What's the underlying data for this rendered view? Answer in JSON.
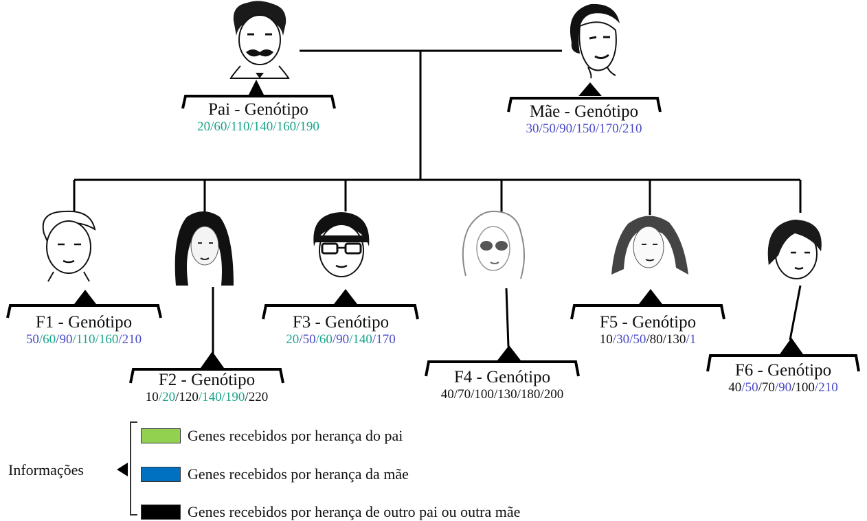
{
  "colors": {
    "pai": "#1aa58a",
    "mae": "#4a4ac8",
    "outro": "#111111",
    "swatch_pai": "#92d050",
    "swatch_mae": "#0070c0",
    "swatch_outro": "#000000"
  },
  "parents": [
    {
      "id": "pai",
      "portrait": "man-mustache-portrait-icon",
      "title": "Pai - Genótipo",
      "genes": [
        {
          "v": "20",
          "s": "g"
        },
        {
          "v": "60",
          "s": "g"
        },
        {
          "v": "110",
          "s": "g"
        },
        {
          "v": "140",
          "s": "g"
        },
        {
          "v": "160",
          "s": "g"
        },
        {
          "v": "190",
          "s": "g"
        }
      ]
    },
    {
      "id": "mae",
      "portrait": "woman-portrait-icon",
      "title": "Mãe - Genótipo",
      "genes": [
        {
          "v": "30",
          "s": "m"
        },
        {
          "v": "50",
          "s": "m"
        },
        {
          "v": "90",
          "s": "m"
        },
        {
          "v": "150",
          "s": "m"
        },
        {
          "v": "170",
          "s": "m"
        },
        {
          "v": "210",
          "s": "m"
        }
      ]
    }
  ],
  "children": [
    {
      "id": "f1",
      "portrait": "young-man-portrait-icon",
      "title": "F1 - Genótipo",
      "genes": [
        {
          "v": "50",
          "s": "m"
        },
        {
          "v": "60",
          "s": "g"
        },
        {
          "v": "90",
          "s": "m"
        },
        {
          "v": "110",
          "s": "g"
        },
        {
          "v": "160",
          "s": "g"
        },
        {
          "v": "210",
          "s": "m"
        }
      ]
    },
    {
      "id": "f2",
      "portrait": "young-woman-portrait-icon",
      "title": "F2 - Genótipo",
      "genes": [
        {
          "v": "10",
          "s": "o"
        },
        {
          "v": "20",
          "s": "g"
        },
        {
          "v": "120",
          "s": "o"
        },
        {
          "v": "140",
          "s": "g"
        },
        {
          "v": "190",
          "s": "g"
        },
        {
          "v": "220",
          "s": "o"
        }
      ]
    },
    {
      "id": "f3",
      "portrait": "man-glasses-portrait-icon",
      "title": "F3 - Genótipo",
      "genes": [
        {
          "v": "20",
          "s": "g"
        },
        {
          "v": "50",
          "s": "m"
        },
        {
          "v": "60",
          "s": "g"
        },
        {
          "v": "90",
          "s": "m"
        },
        {
          "v": "140",
          "s": "g"
        },
        {
          "v": "170",
          "s": "m"
        }
      ]
    },
    {
      "id": "f4",
      "portrait": "woman-sunglasses-portrait-icon",
      "title": "F4 - Genótipo",
      "genes": [
        {
          "v": "40",
          "s": "o"
        },
        {
          "v": "70",
          "s": "o"
        },
        {
          "v": "100",
          "s": "o"
        },
        {
          "v": "130",
          "s": "o"
        },
        {
          "v": "180",
          "s": "o"
        },
        {
          "v": "200",
          "s": "o"
        }
      ]
    },
    {
      "id": "f5",
      "portrait": "woman-long-hair-portrait-icon",
      "title": "F5 - Genótipo",
      "genes": [
        {
          "v": "10",
          "s": "o"
        },
        {
          "v": "30",
          "s": "m"
        },
        {
          "v": "50",
          "s": "m"
        },
        {
          "v": "80",
          "s": "o"
        },
        {
          "v": "130",
          "s": "o"
        },
        {
          "v": "1",
          "s": "m"
        }
      ]
    },
    {
      "id": "f6",
      "portrait": "boy-portrait-icon",
      "title": "F6 - Genótipo",
      "genes": [
        {
          "v": "40",
          "s": "o"
        },
        {
          "v": "50",
          "s": "m"
        },
        {
          "v": "70",
          "s": "o"
        },
        {
          "v": "90",
          "s": "m"
        },
        {
          "v": "100",
          "s": "o"
        },
        {
          "v": "210",
          "s": "m"
        }
      ]
    }
  ],
  "legend": {
    "label": "Informações",
    "items": [
      {
        "swatch": "green",
        "text": "Genes recebidos por herança do pai"
      },
      {
        "swatch": "blue",
        "text": "Genes recebidos por herança da mãe"
      },
      {
        "swatch": "black",
        "text": "Genes recebidos por herança de outro pai ou outra mãe"
      }
    ]
  }
}
